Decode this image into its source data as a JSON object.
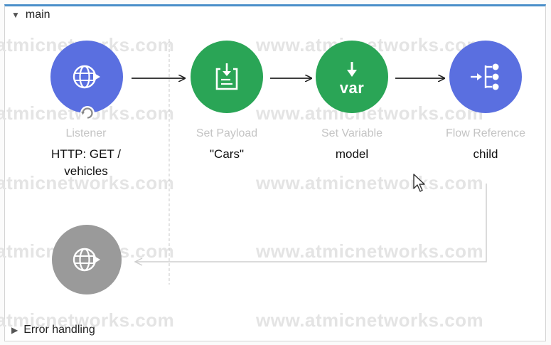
{
  "flow": {
    "title": "main",
    "expand_icon": "triangle-down",
    "error_section": {
      "label": "Error handling",
      "expand_icon": "triangle-right"
    }
  },
  "nodes": [
    {
      "id": "listener",
      "type_label": "Listener",
      "name": "HTTP: GET / vehicles",
      "icon": "globe-icon",
      "color": "#5a6fe0"
    },
    {
      "id": "set-payload",
      "type_label": "Set Payload",
      "name": "\"Cars\"",
      "icon": "clipboard-download-icon",
      "color": "#2aa556"
    },
    {
      "id": "set-variable",
      "type_label": "Set Variable",
      "name": "model",
      "icon": "var-icon",
      "icon_text": "var",
      "color": "#2aa556"
    },
    {
      "id": "flow-reference",
      "type_label": "Flow Reference",
      "name": "child",
      "icon": "flow-reference-icon",
      "color": "#5a6fe0"
    }
  ],
  "response_node": {
    "icon": "globe-icon",
    "color": "#9a9a9a"
  },
  "watermark": {
    "left": "atmicnetworks.com",
    "right": "www.atmicnetworks.com"
  }
}
